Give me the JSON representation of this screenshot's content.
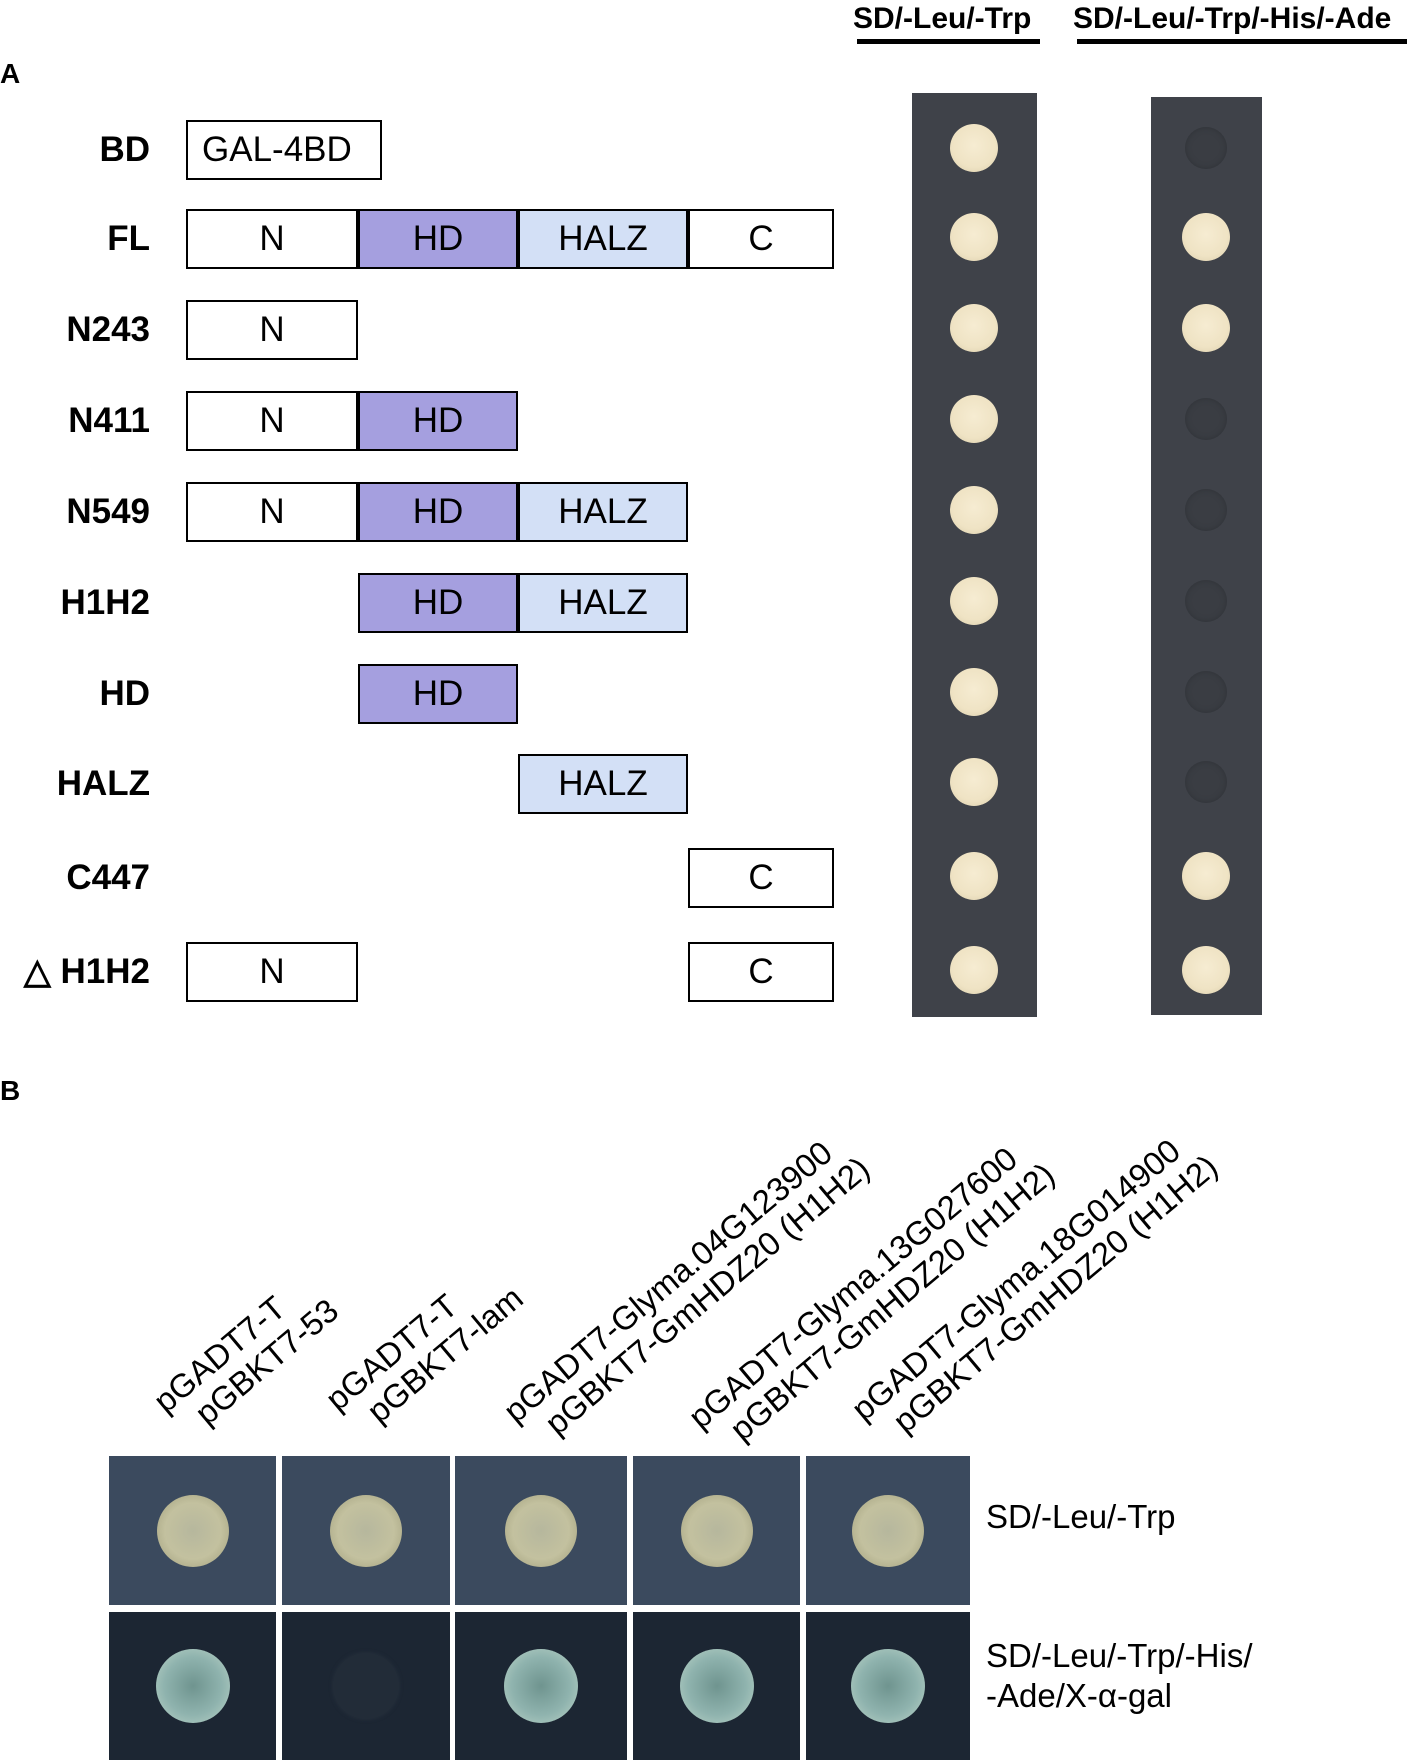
{
  "panelA": {
    "letter": "A",
    "medium1": "SD/-Leu/-Trp",
    "medium2": "SD/-Leu/-Trp/-His/-Ade",
    "constructs": [
      {
        "label": "BD",
        "domains": [
          {
            "type": "bd",
            "text": "GAL-4BD"
          }
        ],
        "growth1": "strong",
        "growth2": "none"
      },
      {
        "label": "FL",
        "domains": [
          {
            "type": "n",
            "text": "N"
          },
          {
            "type": "hd",
            "text": "HD"
          },
          {
            "type": "halz",
            "text": "HALZ"
          },
          {
            "type": "c",
            "text": "C"
          }
        ],
        "growth1": "strong",
        "growth2": "strong"
      },
      {
        "label": "N243",
        "domains": [
          {
            "type": "n",
            "text": "N"
          }
        ],
        "growth1": "strong",
        "growth2": "strong"
      },
      {
        "label": "N411",
        "domains": [
          {
            "type": "n",
            "text": "N"
          },
          {
            "type": "hd",
            "text": "HD"
          }
        ],
        "growth1": "strong",
        "growth2": "none"
      },
      {
        "label": "N549",
        "domains": [
          {
            "type": "n",
            "text": "N"
          },
          {
            "type": "hd",
            "text": "HD"
          },
          {
            "type": "halz",
            "text": "HALZ"
          }
        ],
        "growth1": "strong",
        "growth2": "none"
      },
      {
        "label": "H1H2",
        "domains": [
          {
            "type": "hd",
            "text": "HD"
          },
          {
            "type": "halz",
            "text": "HALZ"
          }
        ],
        "growth1": "strong",
        "growth2": "none"
      },
      {
        "label": "HD",
        "domains": [
          {
            "type": "hd",
            "text": "HD"
          }
        ],
        "growth1": "strong",
        "growth2": "none"
      },
      {
        "label": "HALZ",
        "domains": [
          {
            "type": "halz",
            "text": "HALZ"
          }
        ],
        "growth1": "strong",
        "growth2": "none"
      },
      {
        "label": "C447",
        "domains": [
          {
            "type": "c",
            "text": "C"
          }
        ],
        "growth1": "strong",
        "growth2": "strong"
      },
      {
        "label": "△ H1H2",
        "domains": [
          {
            "type": "n",
            "text": "N"
          },
          {
            "type": "c",
            "text": "C"
          }
        ],
        "growth1": "strong",
        "growth2": "strong"
      }
    ]
  },
  "panelB": {
    "letter": "B",
    "columns": [
      {
        "line1": "pGADT7-T",
        "line2": "pGBKT7-53"
      },
      {
        "line1": "pGADT7-T",
        "line2": "pGBKT7-lam"
      },
      {
        "line1": "pGADT7-Glyma.04G123900",
        "line2": "pGBKT7-GmHDZ20 (H1H2)"
      },
      {
        "line1": "pGADT7-Glyma.13G027600",
        "line2": "pGBKT7-GmHDZ20 (H1H2)"
      },
      {
        "line1": "pGADT7-Glyma.18G014900",
        "line2": "pGBKT7-GmHDZ20 (H1H2)"
      }
    ],
    "rows": [
      {
        "condition": "SD/-Leu/-Trp",
        "condition_line2": "",
        "growth": [
          "strong",
          "strong",
          "strong",
          "strong",
          "strong"
        ]
      },
      {
        "condition": "SD/-Leu/-Trp/-His/",
        "condition_line2": "-Ade/X-α-gal",
        "growth": [
          "blue",
          "none",
          "blue",
          "blue",
          "blue"
        ]
      }
    ]
  },
  "colors": {
    "hd": "#a59fdf",
    "halz": "#d3e0f6",
    "plate": "#3f4249",
    "colony_cream": "#efe3c4",
    "tile_top": "#3b4a5e",
    "tile_bottom": "#1c2633",
    "colony_blue": "#8fb3ae"
  }
}
